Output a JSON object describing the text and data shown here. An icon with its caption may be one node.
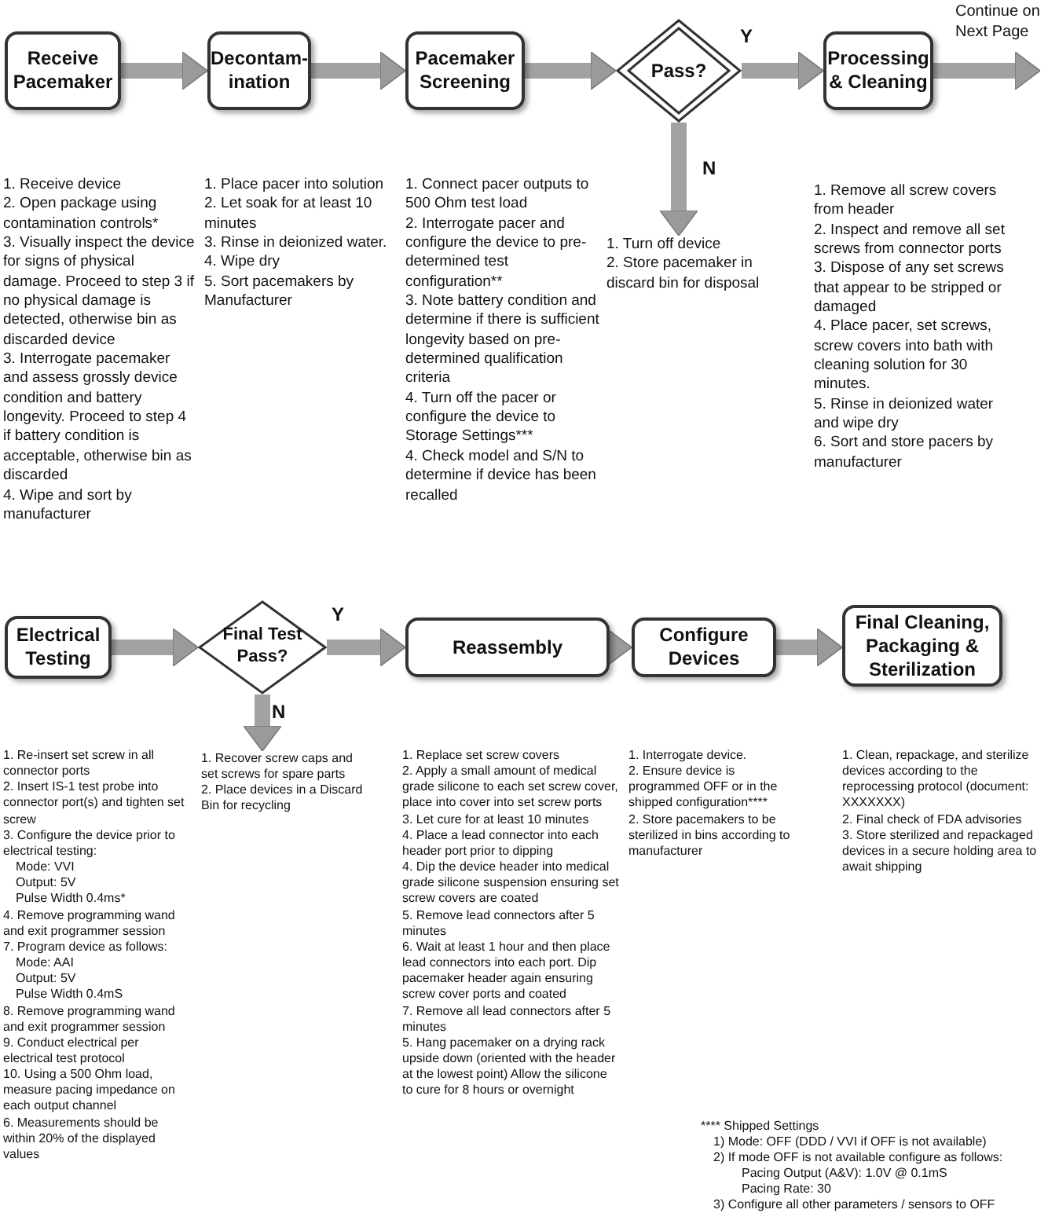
{
  "diagram": {
    "nodes": [
      {
        "text": [
          "Receive Pacemaker"
        ],
        "beside": [
          "1. Receive device",
          "2. Open package using contamination controls*",
          "3.  Visually inspect the device for signs of physical damage.  Proceed to step 3 if no physical damage is detected, otherwise bin as discarded device",
          "3. Interrogate pacemaker and assess grossly device condition and battery longevity. Proceed to step 4 if battery condition is acceptable, otherwise bin as discarded",
          "4. Wipe and sort by manufacturer"
        ]
      },
      {
        "text": [
          "Decontam- ination"
        ],
        "beside": [
          "1. Place pacer into solution",
          "2. Let soak for at least 10 minutes",
          "3.  Rinse in deionized water.",
          "4.  Wipe dry",
          "5.  Sort pacemakers by Manufacturer"
        ]
      },
      {
        "text": [
          "Pacemaker Screening"
        ],
        "beside": [
          "1. Connect pacer outputs to 500 Ohm test load",
          "2. Interrogate pacer and configure the device to pre-determined test configuration**",
          "3. Note battery condition and determine if there is sufficient longevity based on pre-determined qualification criteria",
          "4.  Turn off the pacer or configure the device to Storage Settings***",
          "4. Check model and S/N to determine if device has been recalled"
        ]
      },
      {
        "text": [
          "Pass?"
        ]
      },
      {
        "text": [
          "Processing & Cleaning"
        ],
        "beside": [
          "1. Remove all screw covers from header",
          "2. Inspect and remove all set screws from connector ports",
          "3. Dispose of any set screws that appear to be stripped or damaged",
          "4. Place pacer, set screws, screw covers into bath with cleaning solution for 30 minutes.",
          "5.  Rinse in deionized water and wipe dry",
          "6.  Sort and store pacers by manufacturer"
        ]
      },
      {
        "text": [
          "1. Turn off device",
          "2.  Store pacemaker in discard bin for disposal"
        ]
      },
      {
        "text": [
          "Electrical Testing"
        ],
        "beside": [
          "1.  Re-insert set screw in all connector ports",
          "2.  Insert IS-1 test probe into connector port(s) and tighten set screw",
          "3.  Configure the device prior to electrical testing:",
          "Mode:  VVI",
          "Output: 5V",
          "Pulse Width 0.4ms*",
          "4.  Remove programming wand and exit programmer session",
          "7.  Program device as follows:",
          "Mode:  AAI",
          "Output:  5V",
          "Pulse Width 0.4mS",
          "8.  Remove programming wand and exit programmer session",
          "9.  Conduct electrical per electrical test protocol",
          "10. Using a 500 Ohm load, measure pacing impedance on each output channel",
          "6. Measurements should be within 20% of the displayed values"
        ]
      },
      {
        "text": [
          "Final Test Pass?"
        ]
      },
      {
        "text": [
          "1. Recover screw caps and set screws for spare parts",
          "2.  Place devices in a Discard Bin for recycling"
        ]
      },
      {
        "text": [
          "Reassembly"
        ],
        "beside": [
          "1. Replace set screw covers",
          "2.  Apply a small amount of medical grade silicone to each set screw cover, place into cover into set screw ports",
          "3.  Let cure for at least 10 minutes",
          "4.  Place a lead connector into each header port prior to dipping",
          "4.  Dip the device header into medical grade silicone suspension ensuring set screw covers are coated",
          "5.  Remove lead connectors after 5 minutes",
          "6. Wait at least 1 hour and then place lead connectors into each port. Dip pacemaker header again ensuring screw cover ports and coated",
          "7.  Remove all lead connectors after 5 minutes",
          "5.  Hang pacemaker on a drying rack upside down (oriented with the header at the lowest point)  Allow the silicone to cure for 8 hours or overnight"
        ]
      },
      {
        "text": [
          "Configure Devices"
        ],
        "beside": [
          "1. Interrogate device.",
          "2.  Ensure device is programmed OFF or in the shipped configuration****",
          "2.  Store pacemakers to be sterilized in bins according to manufacturer"
        ]
      },
      {
        "text": [
          "Final Cleaning, Packaging & Sterilization"
        ],
        "beside": [
          "1.  Clean, repackage, and sterilize devices according to the reprocessing protocol (document: XXXXXXX)",
          "2.  Final check of FDA advisories",
          "3. Store sterilized and repackaged devices in a secure holding area to await shipping"
        ]
      }
    ],
    "edges": [
      {
        "from": 0,
        "to": 1,
        "arrow": "to"
      },
      {
        "from": 1,
        "to": 2,
        "arrow": "to"
      },
      {
        "from": 2,
        "to": 3,
        "arrow": "to"
      },
      {
        "from": 3,
        "to": 4,
        "arrow": "to",
        "label": "Y"
      },
      {
        "from": 3,
        "to": 5,
        "arrow": "to",
        "label": "N"
      },
      {
        "from": 4,
        "to": null,
        "arrow": "to",
        "label": "Continue on Next Page"
      },
      {
        "from": 6,
        "to": 7,
        "arrow": "to"
      },
      {
        "from": 7,
        "to": 9,
        "arrow": "to",
        "label": "Y"
      },
      {
        "from": 7,
        "to": 8,
        "arrow": "to",
        "label": "N"
      },
      {
        "from": 9,
        "to": 10,
        "arrow": "to"
      },
      {
        "from": 10,
        "to": 11,
        "arrow": "to"
      }
    ],
    "labels": [
      "**** Shipped Settings",
      "1)  Mode: OFF (DDD / VVI if OFF is not available)",
      "2)  If mode OFF is not available configure as follows:",
      "Pacing Output (A&V): 1.0V @ 0.1mS",
      "Pacing Rate: 30",
      "3)  Configure all other parameters / sensors to OFF"
    ]
  }
}
